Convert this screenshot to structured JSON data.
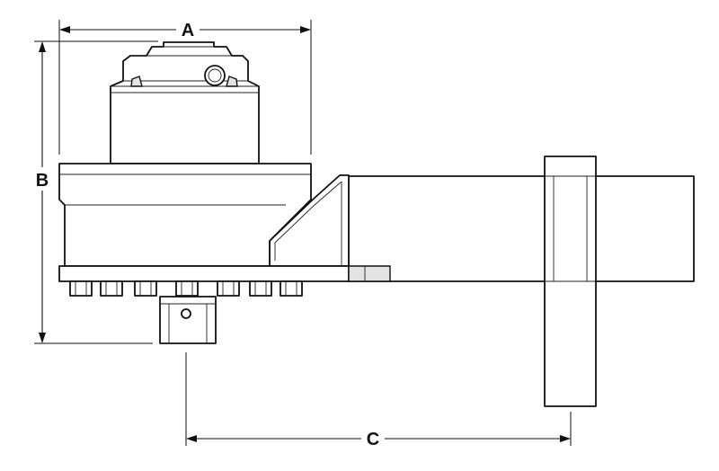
{
  "dimensions": {
    "a": "A",
    "b": "B",
    "c": "C"
  },
  "colors": {
    "outline": "#111111",
    "shading": "#e3e3e3",
    "background": "#ffffff"
  }
}
